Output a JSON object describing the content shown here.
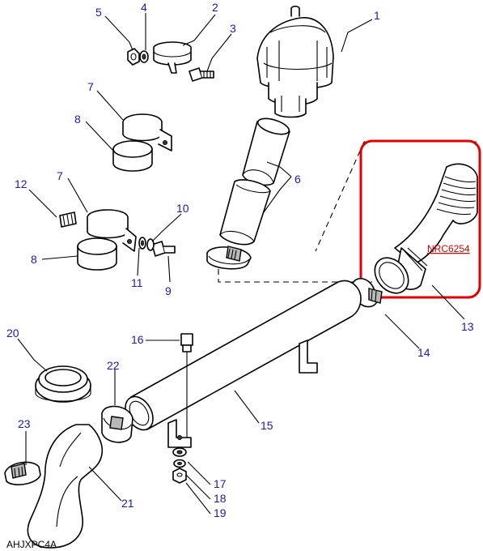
{
  "callouts": [
    "1",
    "2",
    "3",
    "4",
    "5",
    "6",
    "7",
    "8",
    "7",
    "8",
    "9",
    "10",
    "11",
    "12",
    "13",
    "14",
    "15",
    "16",
    "17",
    "18",
    "19",
    "20",
    "21",
    "22",
    "23"
  ],
  "part_reference": "NRC6254",
  "diagram_code": "AHJXPC4A",
  "highlight_color": "#e00000",
  "callout_color": "#1a1ab4"
}
